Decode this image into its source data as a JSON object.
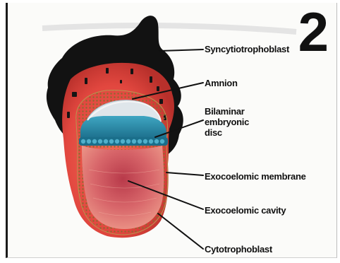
{
  "figure": {
    "number": "2",
    "labels": {
      "syncytiotrophoblast": "Syncytiotrophoblast",
      "amnion": "Amnion",
      "bilaminar_line1": "Bilaminar",
      "bilaminar_line2": "embryonic",
      "bilaminar_line3": "disc",
      "exocoelomic_membrane": "Exocoelomic membrane",
      "exocoelomic_cavity": "Exocoelomic cavity",
      "cytotrophoblast": "Cytotrophoblast"
    }
  },
  "colors": {
    "syncytiotrophoblast": "#111111",
    "trophoblast_red": "#e2473f",
    "cytotrophoblast_ring": "#c9a35a",
    "amniotic_cavity": "#dfe6ea",
    "epiblast": "#2f8fb0",
    "hypoblast": "#1a6e8a",
    "yolk_sac": "#c94a4f",
    "yolk_sac_inner": "#e88a86"
  }
}
